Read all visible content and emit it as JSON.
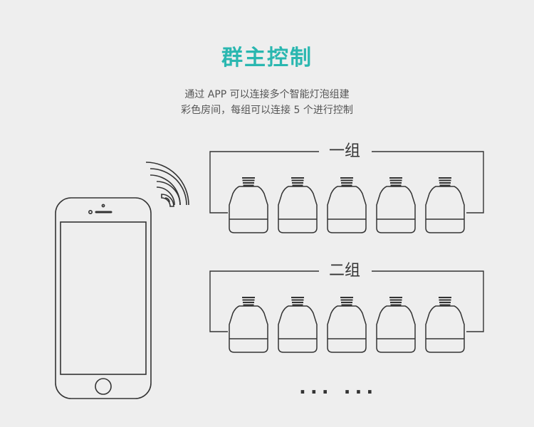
{
  "page": {
    "title": "群主控制",
    "description_line1": "通过 APP 可以连接多个智能灯泡组建",
    "description_line2": "彩色房间，每组可以连接 5 个进行控制"
  },
  "groups": [
    {
      "label": "一组",
      "bulb_count": 5
    },
    {
      "label": "二组",
      "bulb_count": 5
    }
  ],
  "more_indicator": "... ...",
  "colors": {
    "title": "#2ab7b0",
    "line": "#333333",
    "background": "#eeeeee"
  },
  "icons": {
    "phone": "smartphone-icon",
    "signal": "wifi-signal-icon",
    "bulb": "smart-bulb-icon"
  }
}
